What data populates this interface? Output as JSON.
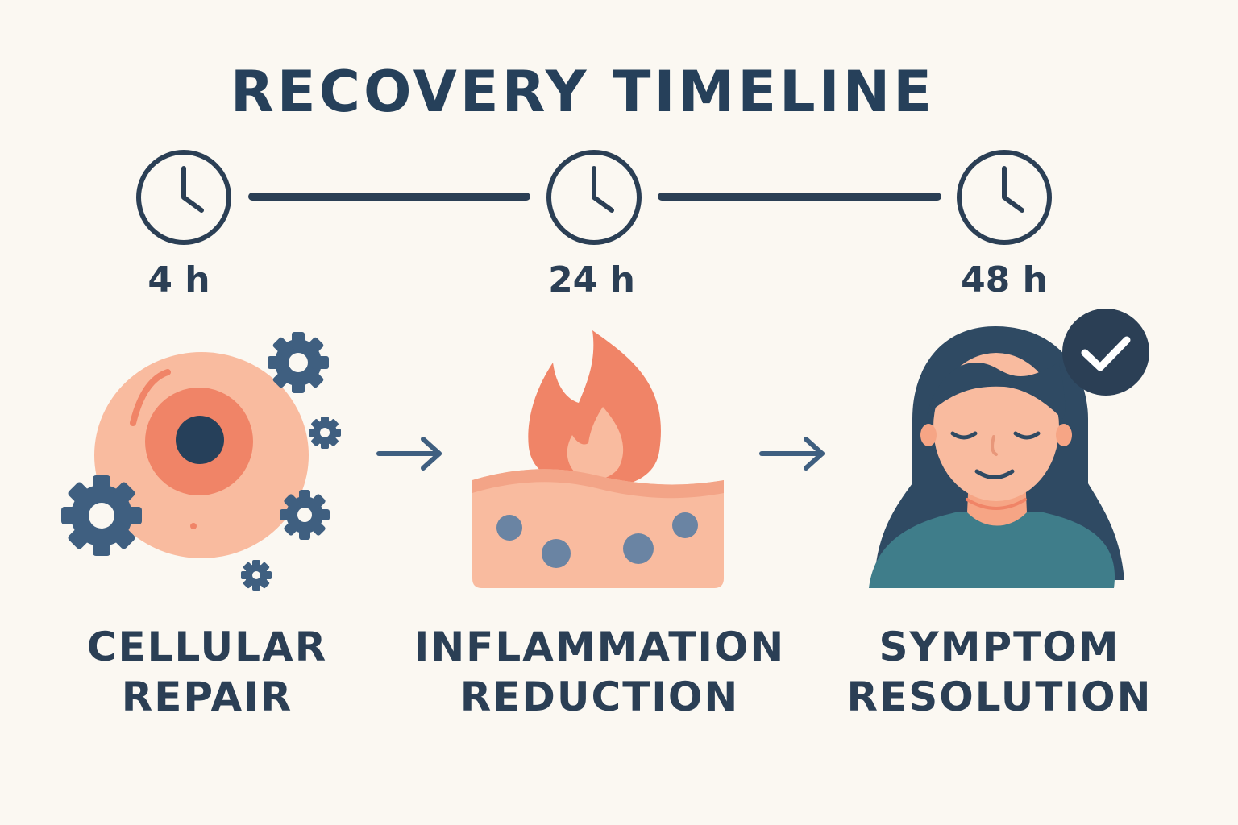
{
  "title": "RECOVERY TIMELINE",
  "colors": {
    "background": "#fbf8f2",
    "navy": "#2b3f55",
    "slate_blue": "#3f5f80",
    "peach": "#f9bb9f",
    "coral": "#f08467",
    "teal": "#3f7d8a"
  },
  "milestones": [
    {
      "time": "4 h",
      "icon": "clock-icon",
      "illustration": "cell-with-gears",
      "label_line1": "CELLULAR",
      "label_line2": "REPAIR"
    },
    {
      "time": "24 h",
      "icon": "clock-icon",
      "illustration": "flame-over-skin",
      "label_line1": "INFLAMMATION",
      "label_line2": "REDUCTION"
    },
    {
      "time": "48 h",
      "icon": "clock-icon",
      "illustration": "calm-woman-with-checkmark",
      "label_line1": "SYMPTOM",
      "label_line2": "RESOLUTION"
    }
  ]
}
